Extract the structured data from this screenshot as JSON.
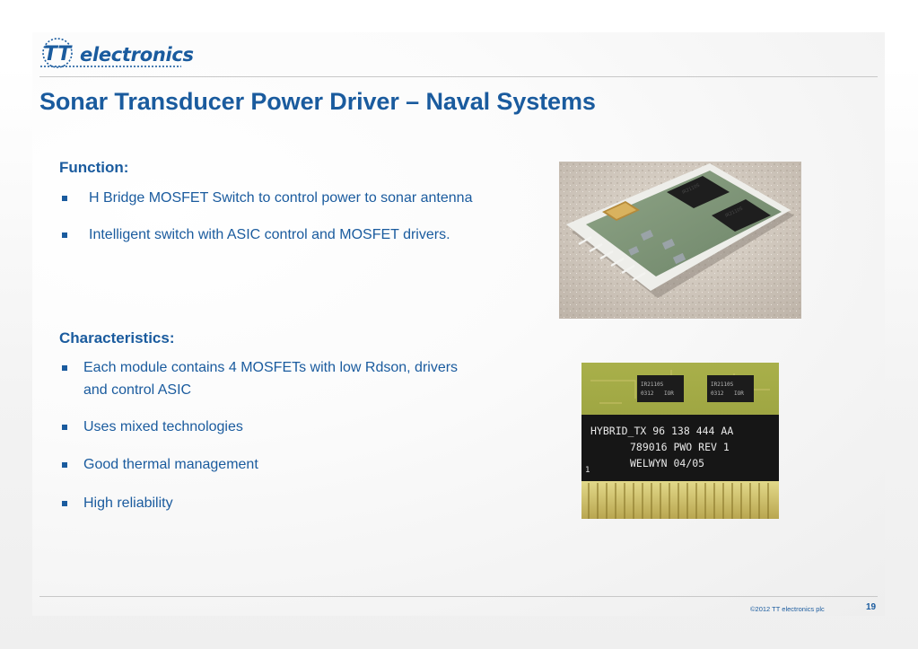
{
  "logo": {
    "mark": "TT",
    "word": "electronics"
  },
  "title": "Sonar Transducer Power Driver – Naval Systems",
  "function": {
    "heading": "Function:",
    "items": [
      "H Bridge MOSFET Switch to control power to sonar antenna",
      "Intelligent switch with ASIC control and MOSFET drivers."
    ]
  },
  "characteristics": {
    "heading": "Characteristics:",
    "items": [
      "Each module contains 4 MOSFETs with low Rdson, drivers and control ASIC",
      "Uses mixed technologies",
      "Good thermal management",
      "High reliability"
    ]
  },
  "photo2": {
    "chips": [
      "IR2110S",
      "0312",
      "IOR"
    ],
    "label_lines": [
      "HYBRID_TX   96 138 444 AA",
      "789016  PWO  REV 1",
      "WELWYN   04/05"
    ],
    "pin_mark": "1"
  },
  "footer": {
    "copyright": "©2012 TT electronics plc",
    "page": "19"
  },
  "colors": {
    "brand": "#1a5b9e",
    "rule": "#c8c8c8"
  }
}
